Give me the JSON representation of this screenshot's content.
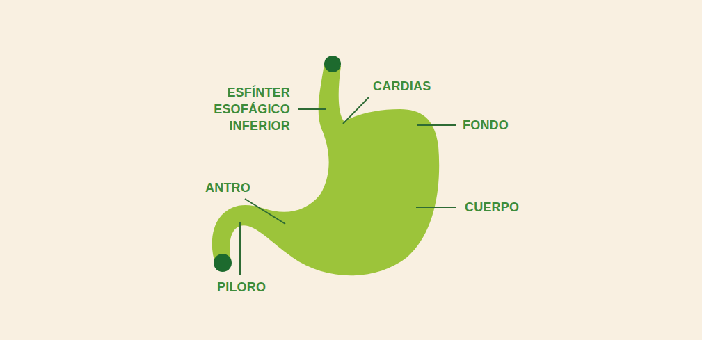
{
  "diagram": {
    "labels": [
      "ESFÍNTER ESOFÁGICO INFERIOR",
      "CARDIAS",
      "FONDO",
      "ANTRO",
      "CUERPO",
      "PILORO"
    ]
  }
}
